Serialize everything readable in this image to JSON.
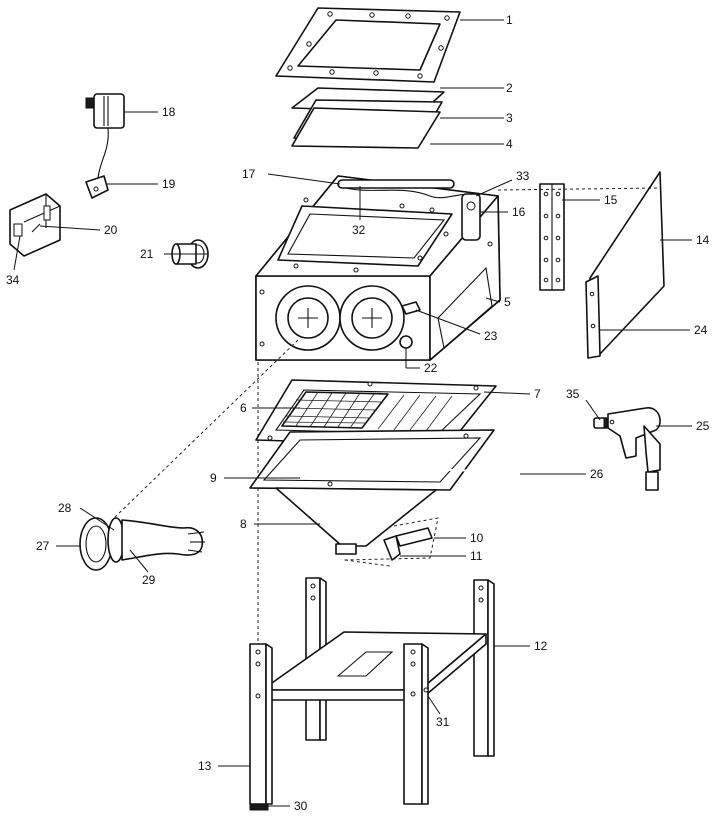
{
  "diagram": {
    "callouts": [
      {
        "id": "1",
        "text": "1"
      },
      {
        "id": "2",
        "text": "2"
      },
      {
        "id": "3",
        "text": "3"
      },
      {
        "id": "4",
        "text": "4"
      },
      {
        "id": "5",
        "text": "5"
      },
      {
        "id": "6",
        "text": "6"
      },
      {
        "id": "7",
        "text": "7"
      },
      {
        "id": "8",
        "text": "8"
      },
      {
        "id": "9",
        "text": "9"
      },
      {
        "id": "10",
        "text": "10"
      },
      {
        "id": "11",
        "text": "11"
      },
      {
        "id": "12",
        "text": "12"
      },
      {
        "id": "13",
        "text": "13"
      },
      {
        "id": "14",
        "text": "14"
      },
      {
        "id": "15",
        "text": "15"
      },
      {
        "id": "16",
        "text": "16"
      },
      {
        "id": "17",
        "text": "17"
      },
      {
        "id": "18",
        "text": "18"
      },
      {
        "id": "19",
        "text": "19"
      },
      {
        "id": "20",
        "text": "20"
      },
      {
        "id": "21",
        "text": "21"
      },
      {
        "id": "22",
        "text": "22"
      },
      {
        "id": "23",
        "text": "23"
      },
      {
        "id": "24",
        "text": "24"
      },
      {
        "id": "25",
        "text": "25"
      },
      {
        "id": "26",
        "text": "26"
      },
      {
        "id": "27",
        "text": "27"
      },
      {
        "id": "28",
        "text": "28"
      },
      {
        "id": "29",
        "text": "29"
      },
      {
        "id": "30",
        "text": "30"
      },
      {
        "id": "31",
        "text": "31"
      },
      {
        "id": "32",
        "text": "32"
      },
      {
        "id": "33",
        "text": "33"
      },
      {
        "id": "34",
        "text": "34"
      },
      {
        "id": "35",
        "text": "35"
      }
    ]
  },
  "colors": {
    "line": "#111111",
    "background": "#ffffff"
  }
}
